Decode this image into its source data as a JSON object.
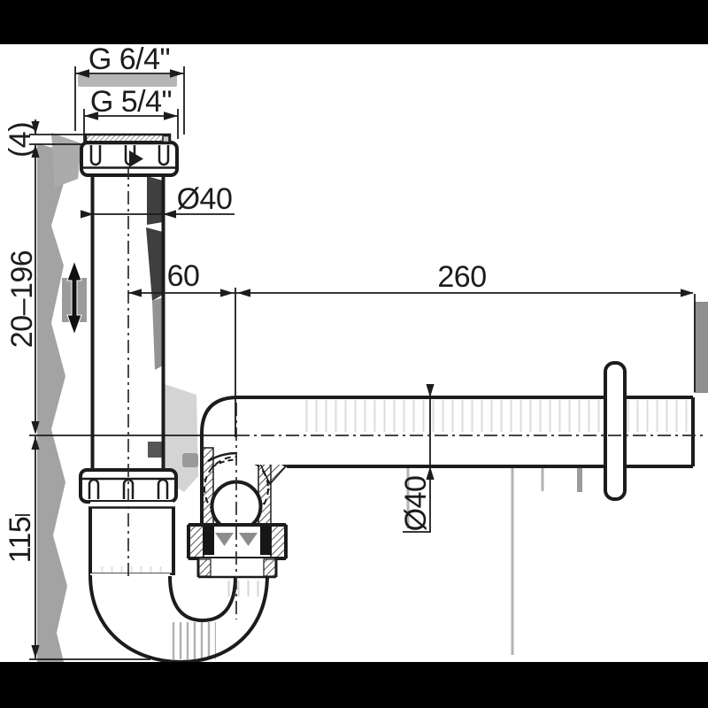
{
  "drawing": {
    "type": "siphon-trap-technical-drawing",
    "dimensions": {
      "top_thread": "G 6/4\"",
      "nut_thread": "G 5/4\"",
      "inlet_diameter": "Ø40",
      "inlet_offset": "60",
      "outlet_length": "260",
      "seal_thickness": "(4)",
      "adjust_range": "20–196",
      "trap_height": "115",
      "outlet_diameter": "Ø40"
    },
    "icons": {
      "height_adjust": "double-arrow-vertical"
    },
    "colors": {
      "line": "#1c1c1c",
      "shade": "#a3a3a3",
      "crop_band": "#000000",
      "background": "#ffffff"
    }
  }
}
